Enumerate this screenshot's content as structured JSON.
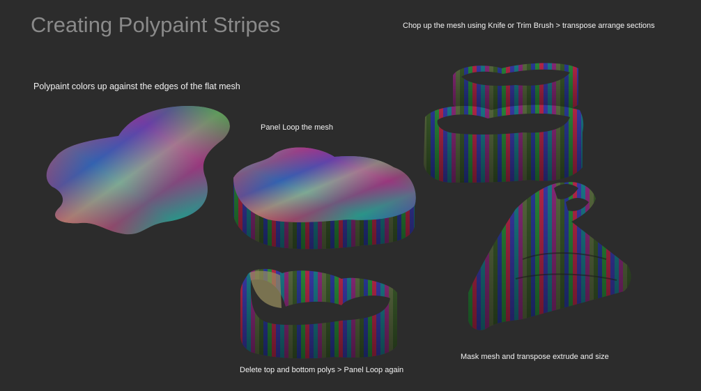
{
  "page": {
    "title": "Creating Polypaint Stripes",
    "background": "#2c2c2c"
  },
  "captions": {
    "polypaint": "Polypaint colors  up against the edges of the flat mesh",
    "panel_loop": "Panel Loop the mesh",
    "delete_polys": "Delete top and bottom polys > Panel Loop again",
    "chop": "Chop up the mesh using Knife or Trim Brush > transpose arrange sections",
    "mask": "Mask mesh and transpose extrude and size"
  },
  "stripe_colors": [
    "#2a8a3a",
    "#b8284a",
    "#3a3aa8",
    "#1a7a8a",
    "#8a2a7a",
    "#c8c060",
    "#3a5a2a",
    "#2a3a9a"
  ]
}
